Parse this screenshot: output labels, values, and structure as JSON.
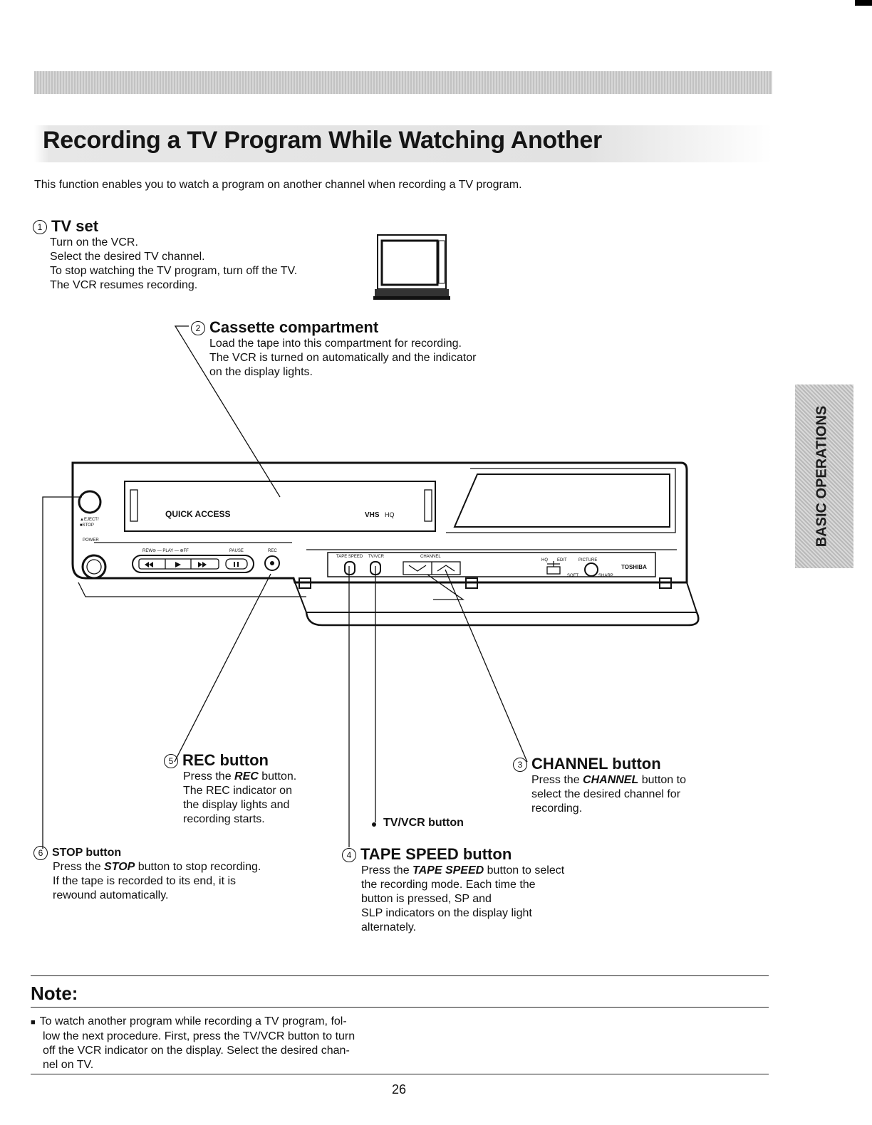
{
  "title": "Recording a TV Program While Watching Another",
  "intro": "This function enables you to watch a program on another channel when recording a TV program.",
  "side_tab": "BASIC OPERATIONS",
  "sections": {
    "tv_set": {
      "number": "1",
      "heading": "TV set",
      "lines": [
        "Turn on the VCR.",
        "Select the desired TV channel.",
        "To stop watching the TV program, turn off the TV.",
        "The VCR resumes recording."
      ]
    },
    "cassette": {
      "number": "2",
      "heading": "Cassette compartment",
      "lines": [
        "Load the tape into this compartment for recording.",
        "The VCR is turned on automatically and the indicator",
        "on the display lights."
      ]
    },
    "channel": {
      "number": "3",
      "heading": "CHANNEL button",
      "pre": "Press the ",
      "em": "CHANNEL",
      "post": " button to",
      "lines": [
        "select the desired channel for",
        "recording."
      ]
    },
    "tape_speed": {
      "number": "4",
      "heading": "TAPE SPEED button",
      "pre": "Press the ",
      "em": "TAPE SPEED",
      "post": " button to select",
      "lines": [
        "the recording mode. Each time the",
        "button is pressed, SP and",
        "SLP indicators on the display light",
        "alternately."
      ]
    },
    "rec": {
      "number": "5",
      "heading": "REC button",
      "pre": "Press the ",
      "em": "REC",
      "post": " button.",
      "lines": [
        "The REC indicator on",
        "the display lights and",
        "recording starts."
      ]
    },
    "stop": {
      "number": "6",
      "heading": "STOP button",
      "pre": "Press the ",
      "em": "STOP",
      "post": " button to stop recording.",
      "lines": [
        "If the tape is recorded to its end, it is",
        "rewound automatically."
      ]
    },
    "tvvcr": {
      "label": "TV/VCR button"
    }
  },
  "vcr_panel": {
    "quick_access": "QUICK ACCESS",
    "vhs": "VHS",
    "hq": "HQ",
    "eject": "▲EJECT/",
    "stop": "■STOP",
    "power": "POWER",
    "transport": "REW⊖ — PLAY — ⊕FF",
    "pause": "PAUSE",
    "rec": "REC",
    "tape_speed": "TAPE SPEED",
    "tv_vcr": "TV/VCR",
    "channel": "CHANNEL",
    "hq_small": "HQ",
    "edit": "EDIT",
    "picture": "PICTURE",
    "soft": "SOFT",
    "sharp": "SHARP",
    "brand": "TOSHIBA"
  },
  "note": {
    "title": "Note:",
    "lines": [
      "To watch another program while recording a TV program, fol-",
      "low the next procedure. First, press the TV/VCR button to turn",
      "off the VCR indicator on the display. Select the desired chan-",
      "nel on TV."
    ]
  },
  "page_number": "26"
}
